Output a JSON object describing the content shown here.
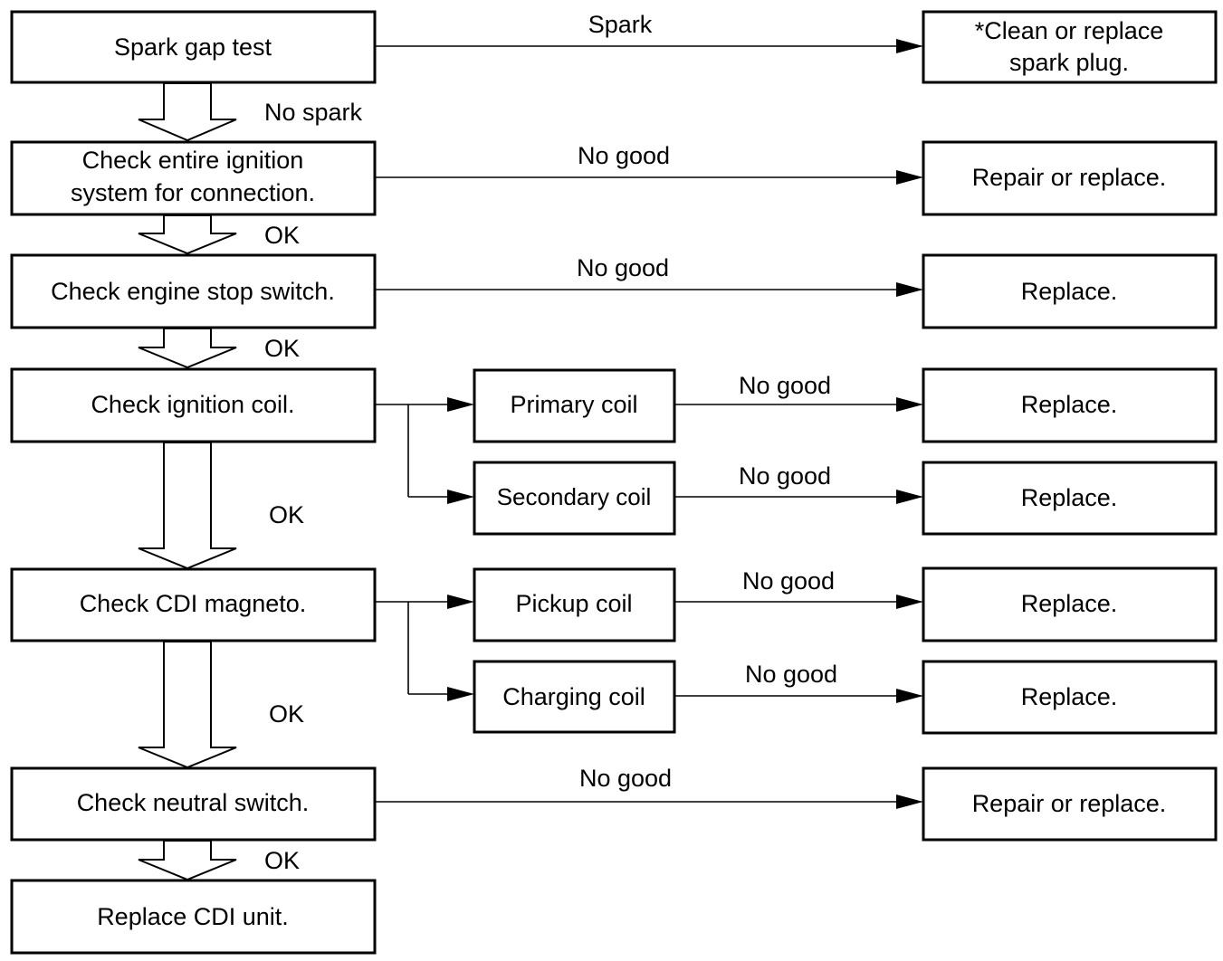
{
  "steps": {
    "spark_gap_test": "Spark gap test",
    "check_ignition_system": [
      "Check entire ignition",
      "system for connection."
    ],
    "check_engine_stop_switch": "Check engine stop switch.",
    "check_ignition_coil": "Check ignition coil.",
    "check_cdi_magneto": "Check CDI magneto.",
    "check_neutral_switch": "Check neutral switch.",
    "replace_cdi_unit": "Replace CDI unit."
  },
  "sub_checks": {
    "primary_coil": "Primary coil",
    "secondary_coil": "Secondary coil",
    "pickup_coil": "Pickup coil",
    "charging_coil": "Charging coil"
  },
  "outcomes": {
    "clean_or_replace_plug": [
      "*Clean or replace",
      "spark plug."
    ],
    "repair_or_replace_1": "Repair or replace.",
    "replace_engine_stop": "Replace.",
    "replace_primary": "Replace.",
    "replace_secondary": "Replace.",
    "replace_pickup": "Replace.",
    "replace_charging": "Replace.",
    "repair_or_replace_2": "Repair or replace."
  },
  "labels": {
    "spark": "Spark",
    "no_spark": "No spark",
    "no_good_1": "No good",
    "ok_1": "OK",
    "no_good_2": "No good",
    "ok_2": "OK",
    "no_good_primary": "No good",
    "no_good_secondary": "No good",
    "ok_3": "OK",
    "no_good_pickup": "No good",
    "no_good_charging": "No good",
    "ok_4": "OK",
    "no_good_3": "No good",
    "ok_5": "OK"
  }
}
